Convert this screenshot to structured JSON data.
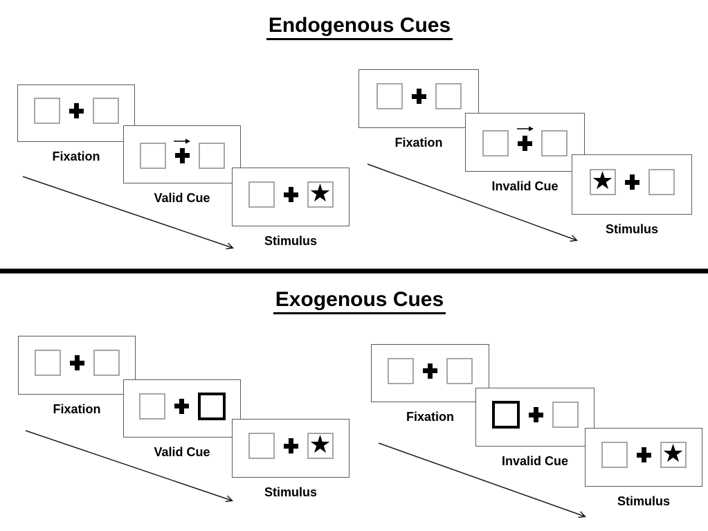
{
  "sections": [
    {
      "title": "Endogenous Cues",
      "groups": [
        {
          "id": "endogenous-valid",
          "panels": [
            {
              "label": "Fixation",
              "left_box": "empty",
              "right_box": "empty",
              "cue_arrow": false
            },
            {
              "label": "Valid Cue",
              "left_box": "empty",
              "right_box": "empty",
              "cue_arrow": true
            },
            {
              "label": "Stimulus",
              "left_box": "empty",
              "right_box": "star",
              "cue_arrow": false
            }
          ]
        },
        {
          "id": "endogenous-invalid",
          "panels": [
            {
              "label": "Fixation",
              "left_box": "empty",
              "right_box": "empty",
              "cue_arrow": false
            },
            {
              "label": "Invalid Cue",
              "left_box": "empty",
              "right_box": "empty",
              "cue_arrow": true
            },
            {
              "label": "Stimulus",
              "left_box": "star",
              "right_box": "empty",
              "cue_arrow": false
            }
          ]
        }
      ]
    },
    {
      "title": "Exogenous Cues",
      "groups": [
        {
          "id": "exogenous-valid",
          "panels": [
            {
              "label": "Fixation",
              "left_box": "empty",
              "right_box": "empty",
              "cue_arrow": false
            },
            {
              "label": "Valid Cue",
              "left_box": "empty",
              "right_box": "cue",
              "cue_arrow": false
            },
            {
              "label": "Stimulus",
              "left_box": "empty",
              "right_box": "star",
              "cue_arrow": false
            }
          ]
        },
        {
          "id": "exogenous-invalid",
          "panels": [
            {
              "label": "Fixation",
              "left_box": "empty",
              "right_box": "empty",
              "cue_arrow": false
            },
            {
              "label": "Invalid Cue",
              "left_box": "cue",
              "right_box": "empty",
              "cue_arrow": false
            },
            {
              "label": "Stimulus",
              "left_box": "empty",
              "right_box": "star",
              "cue_arrow": false
            }
          ]
        }
      ]
    }
  ],
  "icons": {
    "fixation_cross": "plus-cross",
    "stimulus_star": "★",
    "cue_direction_arrow": "right-arrow",
    "sequence_arrow": "diagonal-down-right-arrow"
  },
  "colors": {
    "ink": "#000000",
    "panel_border": "#595959",
    "placeholder_border": "#a6a6a6",
    "divider": "#000000",
    "arrow": "#1a1a1a",
    "background": "#ffffff"
  }
}
